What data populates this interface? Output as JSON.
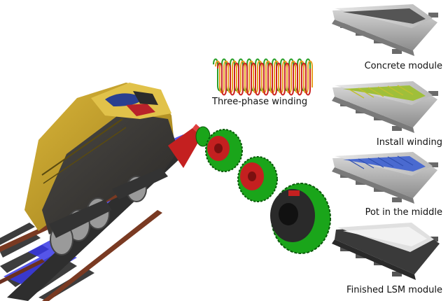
{
  "labels": {
    "three_phase_winding": "Three-phase winding",
    "concrete_module": "Concrete module",
    "install_winding": "Install winding",
    "pot_in_middle": "Pot in the middle",
    "finished_lsm_module": "Finished LSM module"
  },
  "colors": {
    "phase_a": "#2aa02a",
    "phase_b": "#e8a020",
    "phase_c": "#cc2222",
    "locomotive_yellow": "#c9a227",
    "locomotive_dark": "#3a3835",
    "magnet_blue": "#3a3ae0",
    "rail_brown": "#7a3a22",
    "winding_green": "#1aa51a",
    "pot_blue": "#4a6ad0",
    "concrete_gray": "#a8a8a8",
    "lsm_red": "#c42020"
  }
}
